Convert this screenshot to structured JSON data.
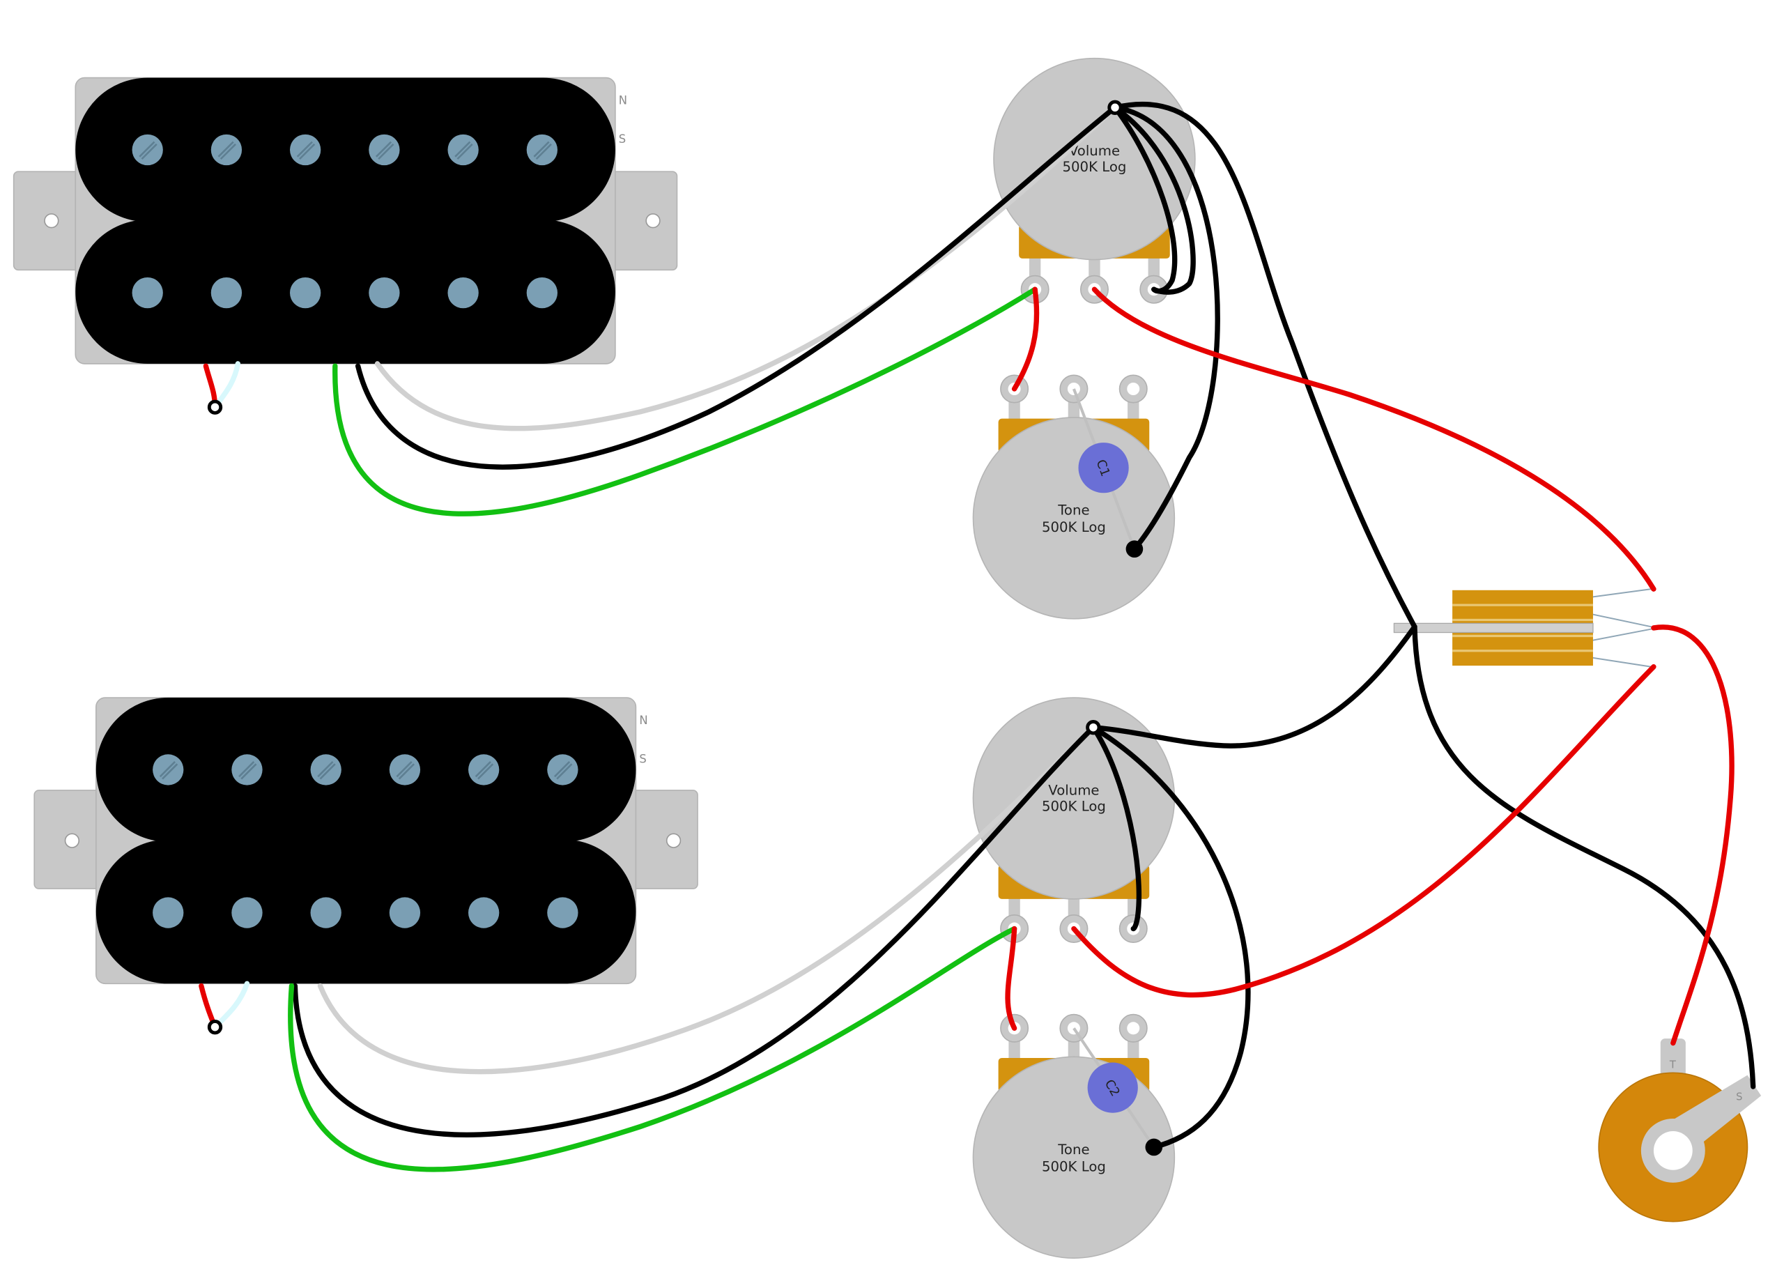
{
  "pickups": [
    {
      "id": "neck",
      "north_label": "N",
      "south_label": "S"
    },
    {
      "id": "bridge",
      "north_label": "N",
      "south_label": "S"
    }
  ],
  "pots": {
    "vol1": {
      "name": "Volume",
      "value": "500K Log"
    },
    "tone1": {
      "name": "Tone",
      "value": "500K Log"
    },
    "vol2": {
      "name": "Volume",
      "value": "500K Log"
    },
    "tone2": {
      "name": "Tone",
      "value": "500K Log"
    }
  },
  "capacitors": {
    "c1": "C1",
    "c2": "C2"
  },
  "jack": {
    "tip_label": "T",
    "sleeve_label": "S"
  },
  "colors": {
    "pickup_body": "#000000",
    "pickup_frame": "#c8c8c8",
    "pole_piece": "#7b9fb4",
    "pot_body": "#c8c8c8",
    "pot_base": "#d4930f",
    "capacitor": "#6a6fd6",
    "wire_red": "#e60000",
    "wire_black": "#000000",
    "wire_white": "#d0d0d0",
    "wire_green": "#12c012",
    "wire_bare": "#d8f8fc",
    "jack_body": "#d4870b"
  }
}
